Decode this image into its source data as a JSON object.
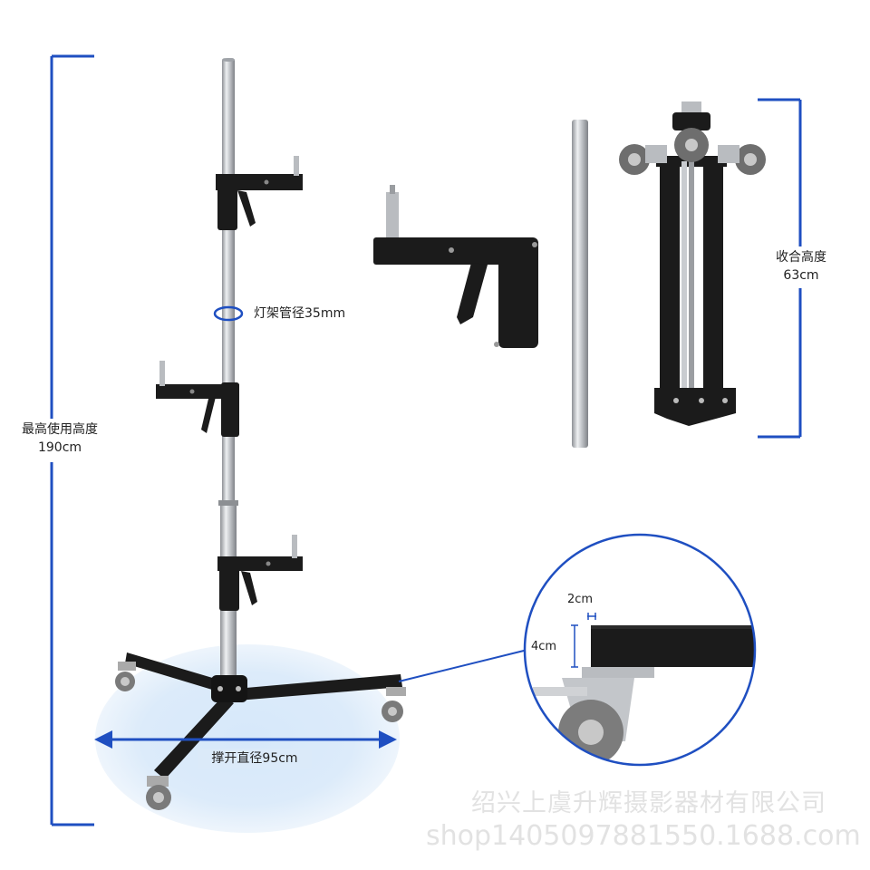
{
  "colors": {
    "accent": "#1f4fc1",
    "frame": "#1b1b1b",
    "chrome": "#c7c9cc",
    "shadow_blue": "#cfe3f7"
  },
  "labels": {
    "max_height_title": "最高使用高度",
    "max_height_value": "190cm",
    "folded_height_title": "收合高度",
    "folded_height_value": "63cm",
    "tube_diameter": "灯架管径35mm",
    "spread_diameter": "撑开直径95cm",
    "leg_thickness": "2cm",
    "leg_height": "4cm"
  },
  "watermark": {
    "company": "绍兴上虞升辉摄影器材有限公司",
    "shop": "shop1405097881550.1688.com"
  }
}
